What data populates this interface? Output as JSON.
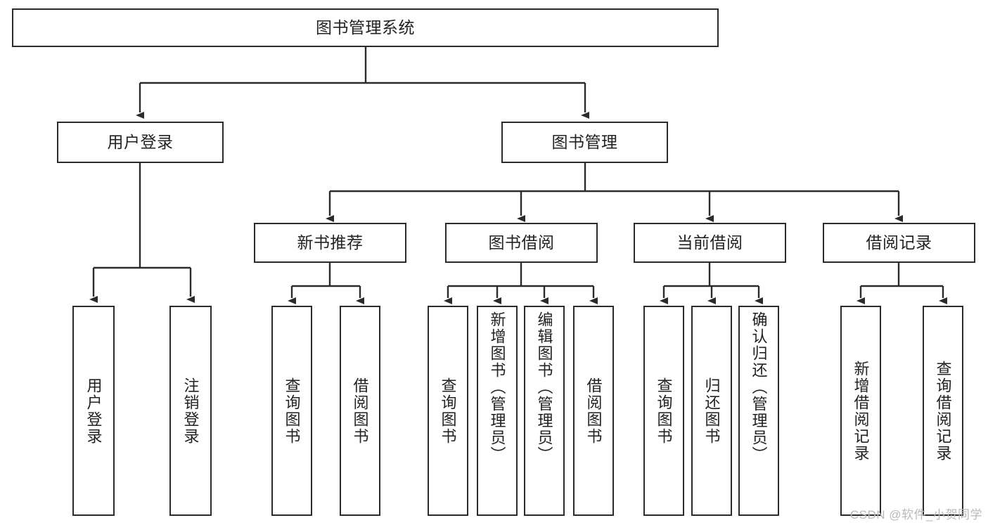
{
  "diagram": {
    "title": "图书管理系统",
    "type": "tree-structure-chart",
    "watermark": "CSDN @软件_小贺同学",
    "colors": {
      "stroke": "#2b2b2b",
      "fill": "#ffffff",
      "text": "#222222",
      "watermark": "#b9b9b9"
    },
    "root": {
      "label": "图书管理系统"
    },
    "level2": [
      {
        "label": "用户登录"
      },
      {
        "label": "图书管理"
      }
    ],
    "level3": [
      {
        "label": "新书推荐"
      },
      {
        "label": "图书借阅"
      },
      {
        "label": "当前借阅"
      },
      {
        "label": "借阅记录"
      }
    ],
    "leaves": {
      "user_login": [
        {
          "label": "用户登录"
        },
        {
          "label": "注销登录"
        }
      ],
      "new_book": [
        {
          "label": "查询图书"
        },
        {
          "label": "借阅图书"
        }
      ],
      "book_borrow": [
        {
          "label": "查询图书"
        },
        {
          "label": "新增图书（管理员）"
        },
        {
          "label": "编辑图书（管理员）"
        },
        {
          "label": "借阅图书"
        }
      ],
      "current_borrow": [
        {
          "label": "查询图书"
        },
        {
          "label": "归还图书"
        },
        {
          "label": "确认归还（管理员）"
        }
      ],
      "borrow_record": [
        {
          "label": "新增借阅记录"
        },
        {
          "label": "查询借阅记录"
        }
      ]
    }
  }
}
